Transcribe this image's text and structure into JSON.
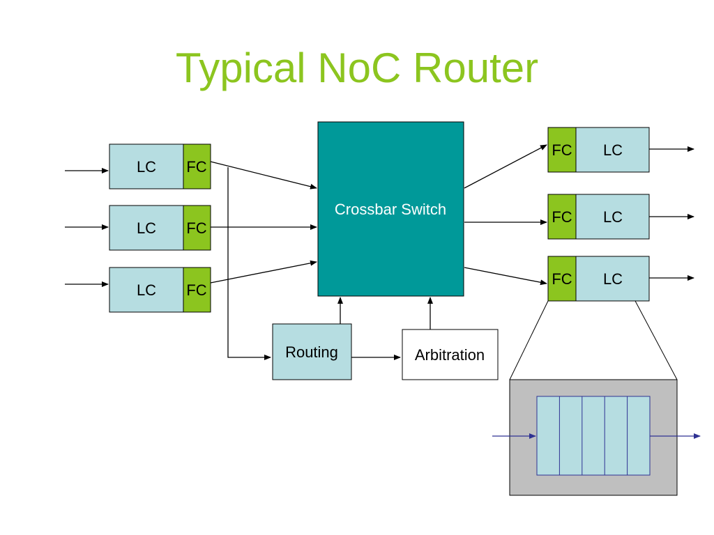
{
  "slide": {
    "title": "Typical NoC Router"
  },
  "input_ports": [
    {
      "lc_label": "LC",
      "fc_label": "FC"
    },
    {
      "lc_label": "LC",
      "fc_label": "FC"
    },
    {
      "lc_label": "LC",
      "fc_label": "FC"
    }
  ],
  "output_ports": [
    {
      "fc_label": "FC",
      "lc_label": "LC"
    },
    {
      "fc_label": "FC",
      "lc_label": "LC"
    },
    {
      "fc_label": "FC",
      "lc_label": "LC"
    }
  ],
  "crossbar": {
    "label": "Crossbar Switch"
  },
  "routing": {
    "label": "Routing"
  },
  "arbitration": {
    "label": "Arbitration"
  },
  "buffer_detail": {
    "slot_count": 5
  },
  "colors": {
    "title": "#8cc51f",
    "link_controller": "#b6dde1",
    "flow_control": "#8cc51f",
    "crossbar": "#009999",
    "buffer_frame": "#bfbfbf",
    "buffer_arrow": "#2e3192"
  }
}
